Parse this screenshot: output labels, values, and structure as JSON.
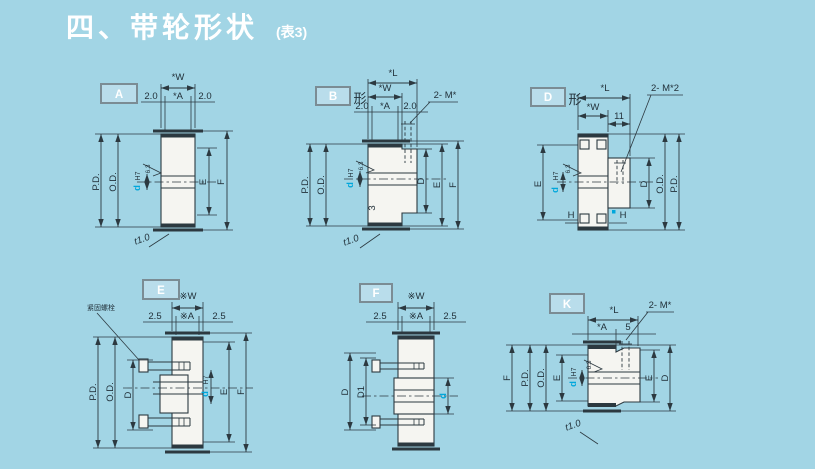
{
  "title": {
    "text": "四、带轮形状",
    "table_ref": "(表3)"
  },
  "colors": {
    "background": "#a2d5e5",
    "line": "#2c3940",
    "body_fill": "#f5f5f1",
    "accent_cyan": "#00a7dc",
    "title_text": "#ffffff"
  },
  "figures": {
    "a": {
      "badge": "A",
      "dim_w": "*W",
      "dim_inset_left": "2.0",
      "dim_a": "*A",
      "dim_inset_right": "2.0",
      "dim_pd": "P.D.",
      "dim_od": "O.D.",
      "bore_d": "d",
      "bore_fit": "H7",
      "roughness": "6.3",
      "dim_e": "E",
      "dim_f": "F",
      "flange_thickness": "t1.0"
    },
    "b": {
      "badge": "B",
      "badge_suffix": "形",
      "dim_l": "*L",
      "dim_w": "*W",
      "dim_inset_left": "2.0",
      "dim_a": "*A",
      "dim_inset_right": "2.0",
      "tap_note": "2- M*",
      "dim_pd": "P.D.",
      "dim_od": "O.D.",
      "bore_d": "d",
      "bore_fit": "H7",
      "roughness": "6.3",
      "hub_offset": "3",
      "dim_d": "D",
      "dim_e": "E",
      "dim_f": "F",
      "flange_thickness": "t1.0"
    },
    "d": {
      "badge": "D",
      "badge_suffix": "形",
      "dim_l": "*L",
      "dim_w": "*W",
      "dim_hub": "11",
      "tap_note": "2- M*2",
      "dim_e": "E",
      "bore_d": "d",
      "bore_fit": "H7",
      "roughness": "6.3",
      "dim_d": "D",
      "dim_od": "O.D.",
      "dim_pd": "P.D.",
      "dim_h_left": "H",
      "dim_h_right": "H"
    },
    "e": {
      "badge": "E",
      "note": "紧固螺栓",
      "dim_w": "※W",
      "dim_inset_left": "2.5",
      "dim_a": "※A",
      "dim_inset_right": "2.5",
      "dim_pd": "P.D.",
      "dim_od": "O.D.",
      "dim_d": "D",
      "bore_d": "d",
      "bore_fit": "H7",
      "dim_e": "E",
      "dim_f": "F"
    },
    "f": {
      "badge": "F",
      "dim_w": "※W",
      "dim_inset_left": "2.5",
      "dim_a": "※A",
      "dim_inset_right": "2.5",
      "dim_d": "D",
      "dim_d1": "D1",
      "bore_d": "d"
    },
    "k": {
      "badge": "K",
      "dim_l": "*L",
      "dim_a": "*A",
      "dim_hub": "5",
      "tap_note": "2- M*",
      "dim_f": "F",
      "dim_pd": "P.D.",
      "dim_od": "O.D.",
      "dim_e_left": "E",
      "bore_d": "d",
      "bore_fit": "H7",
      "roughness": "6.3",
      "dim_e_right": "E",
      "dim_d": "D",
      "flange_thickness": "t1.0"
    }
  }
}
